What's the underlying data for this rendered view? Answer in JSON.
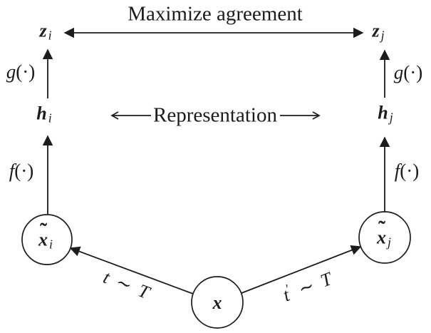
{
  "colors": {
    "ink": "#1c1c1c",
    "background": "#ffffff"
  },
  "title": "Maximize agreement",
  "representation_label": "Representation",
  "nodes": {
    "x": {
      "base": "x"
    },
    "xi": {
      "accent": "˜",
      "base": "x",
      "sub": "i"
    },
    "xj": {
      "accent": "˜",
      "base": "x",
      "sub": "j"
    },
    "zi": {
      "base": "z",
      "sub": "i"
    },
    "zj": {
      "base": "z",
      "sub": "j"
    },
    "hi": {
      "base": "h",
      "sub": "i"
    },
    "hj": {
      "base": "h",
      "sub": "j"
    }
  },
  "functions": {
    "g_left": {
      "fn": "g",
      "args": "(·)"
    },
    "g_right": {
      "fn": "g",
      "args": "(·)"
    },
    "f_left": {
      "fn": "f",
      "args": "(·)"
    },
    "f_right": {
      "fn": "f",
      "args": "(·)"
    }
  },
  "transforms": {
    "left": {
      "var": "t",
      "prime": "",
      "sim": "∼",
      "dist": "T"
    },
    "right": {
      "var": "t",
      "prime": "′",
      "sim": "∼",
      "dist": "T"
    }
  }
}
